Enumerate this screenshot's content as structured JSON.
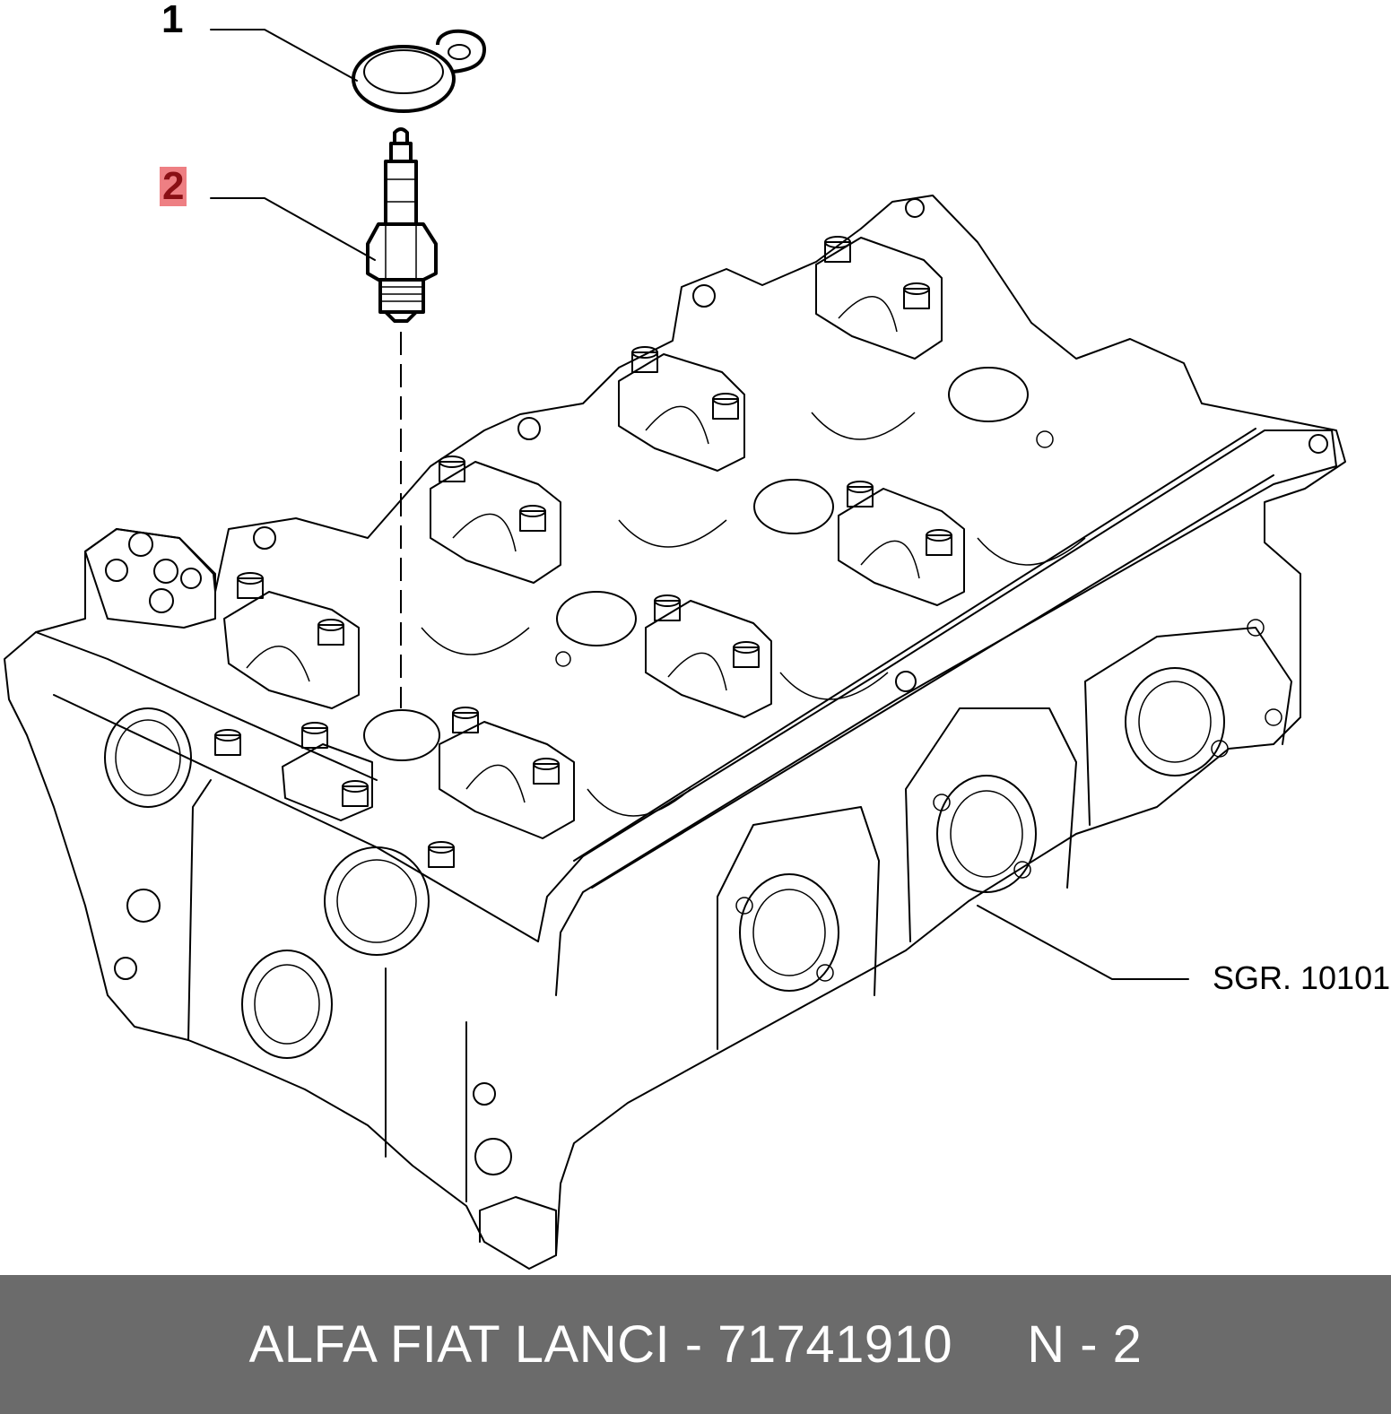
{
  "callouts": {
    "item_1": "1",
    "item_2": "2"
  },
  "reference_label": "SGR. 10101",
  "footer": {
    "text": "ALFA FIAT LANCI - 71741910     N - 2"
  },
  "colors": {
    "footer_background": "#6b6b6b",
    "highlight": "#ee7f83",
    "highlight_text": "#8a0f14",
    "line": "#000000"
  }
}
